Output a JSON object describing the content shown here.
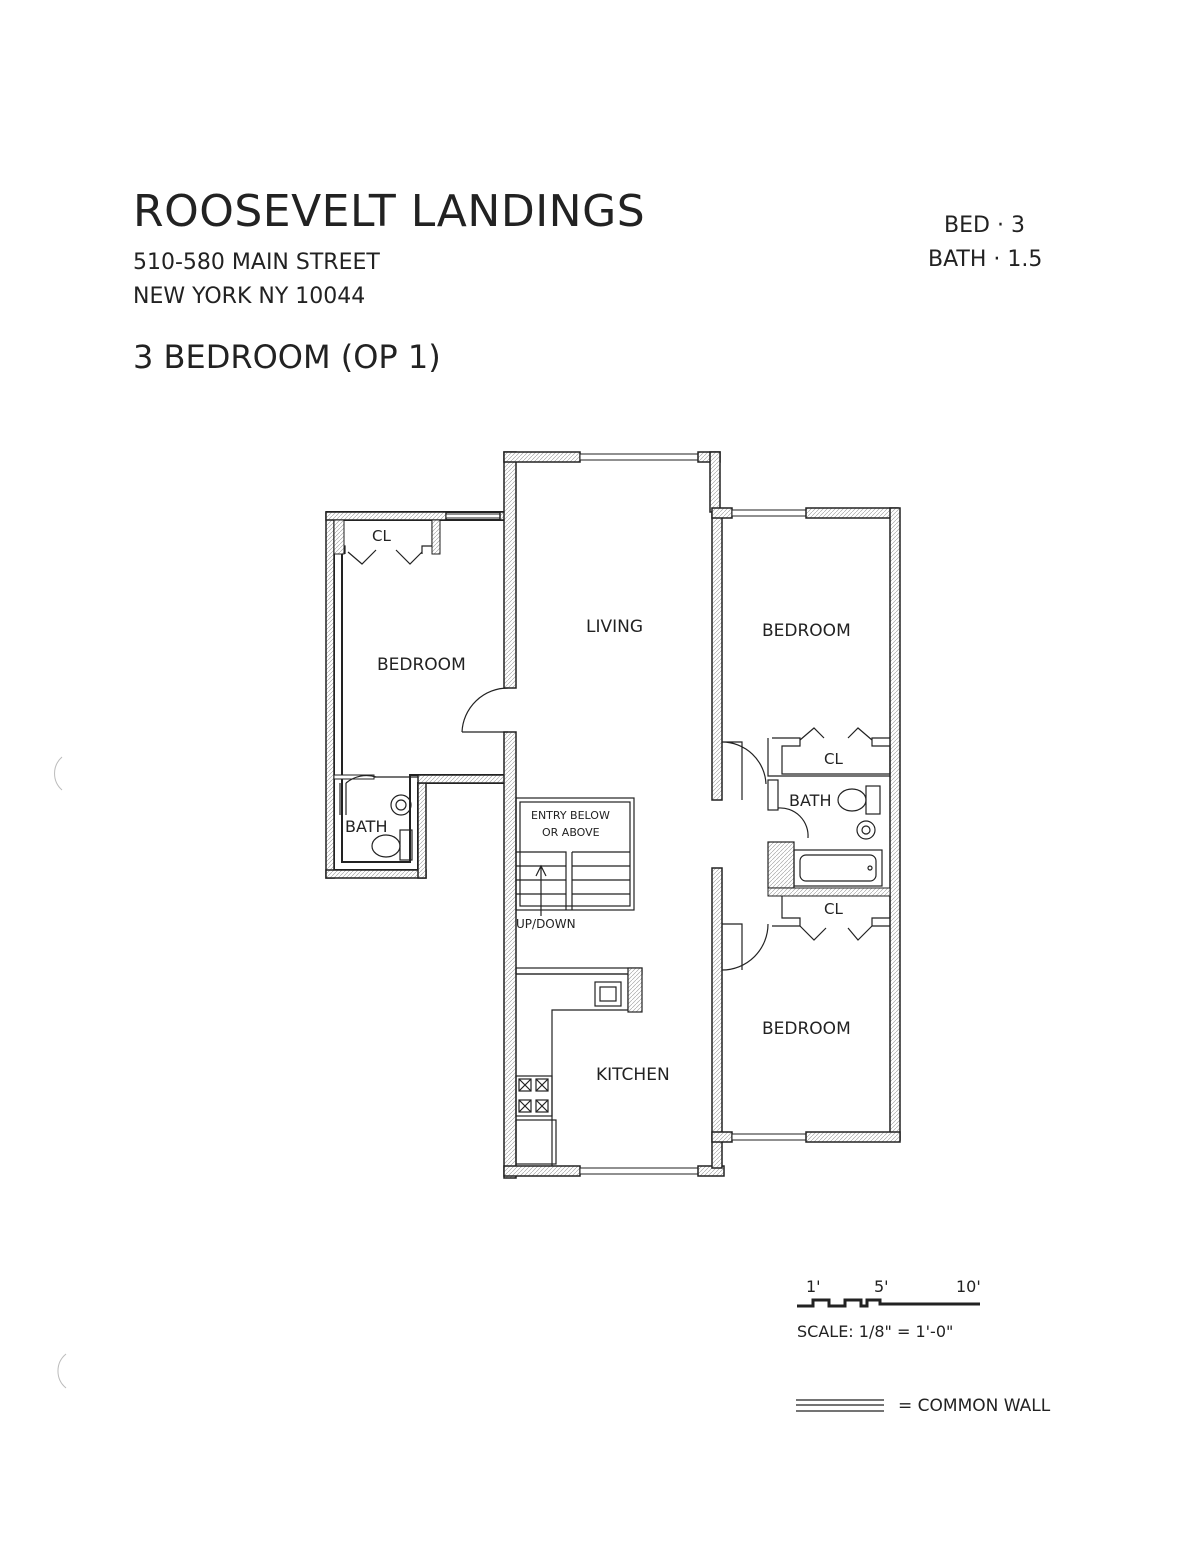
{
  "header": {
    "title": "ROOSEVELT LANDINGS",
    "address_line1": "510-580 MAIN STREET",
    "address_line2": "NEW YORK NY 10044",
    "unit_type": "3 BEDROOM (OP 1)",
    "bed_label": "BED",
    "bed_value": "3",
    "bath_label": "BATH",
    "bath_value": "1.5"
  },
  "rooms": {
    "closet_left": "CL",
    "bedroom_left": "BEDROOM",
    "living": "LIVING",
    "bedroom_right_top": "BEDROOM",
    "closet_right_top": "CL",
    "bath_right": "BATH",
    "bath_left": "BATH",
    "entry_line1": "ENTRY BELOW",
    "entry_line2": "OR ABOVE",
    "stairs": "UP/DOWN",
    "closet_right_bottom": "CL",
    "bedroom_right_bottom": "BEDROOM",
    "kitchen": "KITCHEN"
  },
  "scale": {
    "tick1": "1'",
    "tick5": "5'",
    "tick10": "10'",
    "label": "SCALE: 1/8\" = 1'-0\""
  },
  "legend": {
    "common_wall": "= COMMON WALL"
  }
}
